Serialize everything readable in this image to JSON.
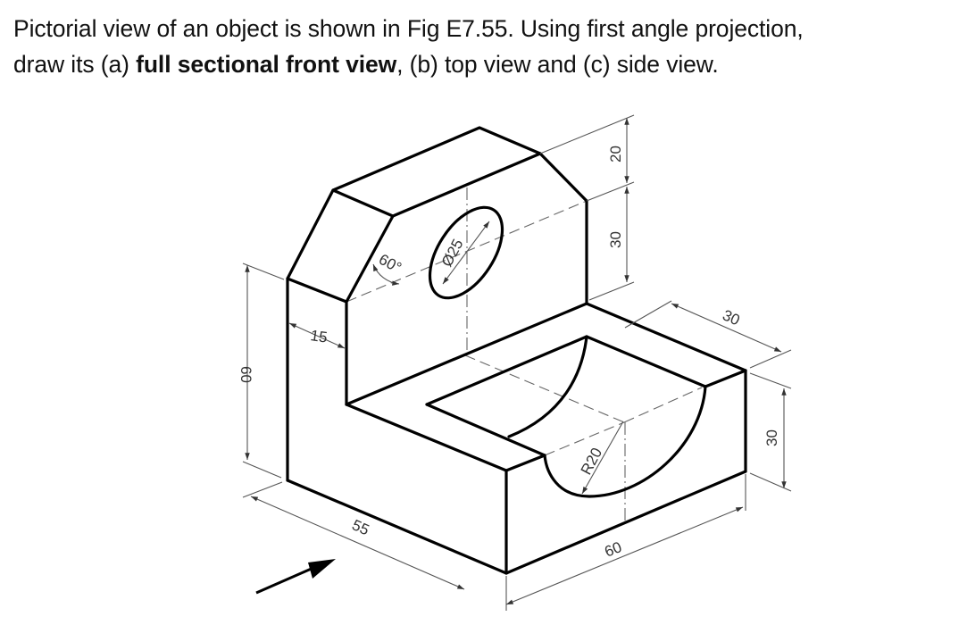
{
  "question": {
    "line1": "Pictorial view of an object is shown in Fig E7.55. Using first angle projection,",
    "line2_a": "draw its (a) ",
    "line2_bold": "full sectional front view",
    "line2_b": ", (b) top view and (c) side view."
  },
  "figure": {
    "dimensions": {
      "height_total": "60",
      "upright_thickness": "15",
      "chamfer_angle": "60°",
      "hole_diameter": "Ø25",
      "top_height": "20",
      "hole_height": "30",
      "base_depth": "30",
      "groove_radius": "R20",
      "length_left": "55",
      "length_front": "60",
      "base_height": "30"
    },
    "view_direction_icon": "arrow-icon"
  }
}
